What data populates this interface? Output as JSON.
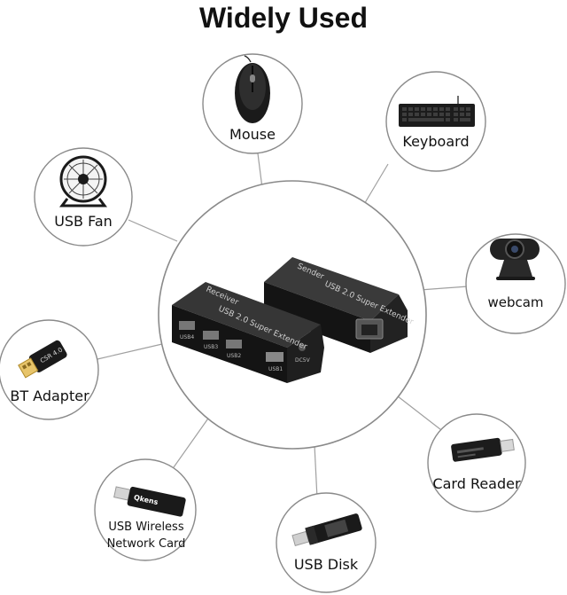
{
  "title": "Widely Used",
  "center": {
    "sender_text": "USB 2.0 Super Extender",
    "sender_brand": "Sender",
    "receiver_text": "USB 2.0 Super Extender",
    "receiver_brand": "Receiver",
    "port_labels": [
      "USB4",
      "USB3",
      "USB2",
      "USB1",
      "DC5V"
    ]
  },
  "devices": {
    "mouse": "Mouse",
    "keyboard": "Keyboard",
    "usb_fan": "USB Fan",
    "webcam": "webcam",
    "bt_adapter": "BT Adapter",
    "bt_adapter_print": "CSR 4.0",
    "card_reader": "Card Reader",
    "wireless_line1": "USB Wireless",
    "wireless_line2": "Network Card",
    "wireless_brand": "Qkens",
    "usb_disk": "USB Disk"
  },
  "colors": {
    "ring": "#8a8a8a",
    "connector": "#9a9a9a",
    "device_dark": "#1b1b1b"
  }
}
